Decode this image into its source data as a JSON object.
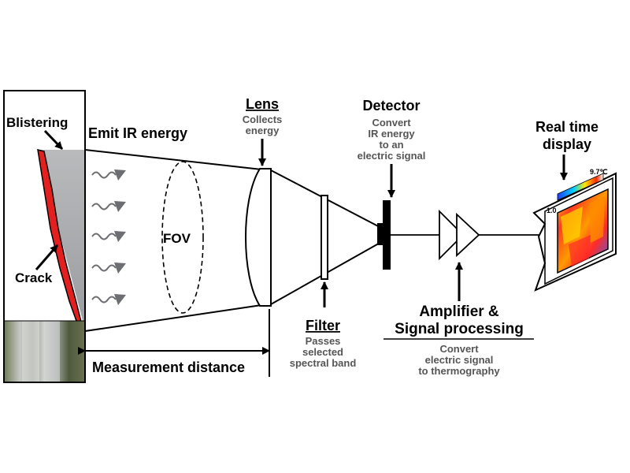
{
  "labels": {
    "blistering": "Blistering",
    "emit_ir": "Emit IR energy",
    "crack": "Crack",
    "fov": "FOV",
    "measurement_distance": "Measurement distance",
    "lens": "Lens",
    "lens_desc": [
      "Collects",
      "energy"
    ],
    "filter": "Filter",
    "filter_desc": [
      "Passes",
      "selected",
      "spectral band"
    ],
    "detector": "Detector",
    "detector_desc": [
      "Convert",
      "IR energy",
      "to an",
      "electric signal"
    ],
    "amplifier": [
      "Amplifier &",
      "Signal processing"
    ],
    "amplifier_desc": [
      "Convert",
      "electric signal",
      "to thermography"
    ],
    "display": [
      "Real time",
      "display"
    ],
    "scale_min": "1.0",
    "scale_max": "9.7℃"
  },
  "colors": {
    "crack": "#e32020",
    "wall": "#a7a9ac",
    "arrow": "#6d6e71"
  }
}
